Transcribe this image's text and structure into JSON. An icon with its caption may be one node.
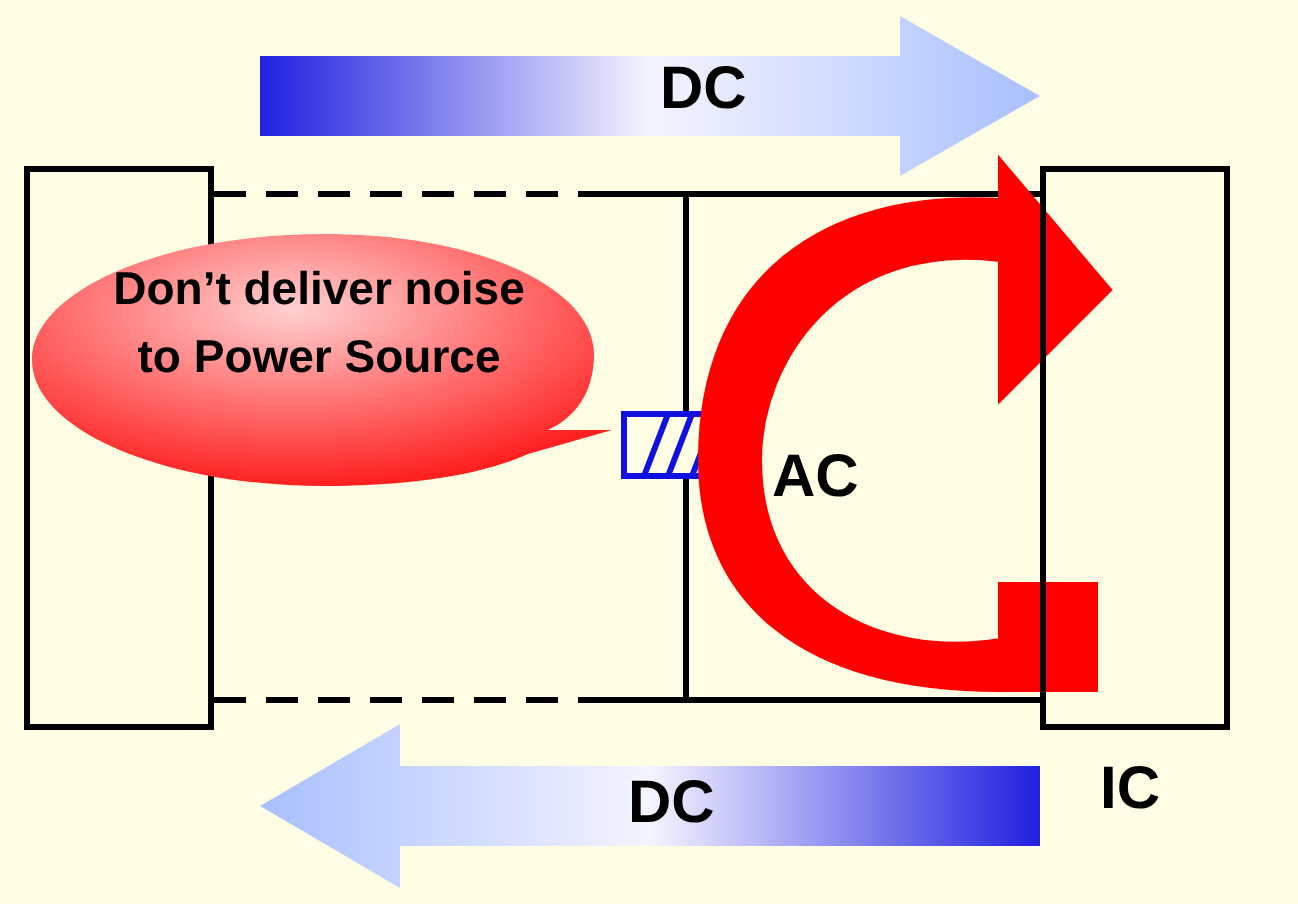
{
  "diagram": {
    "nodes": [
      {
        "text": [],
        "shape": "box"
      },
      {
        "text": [
          "IC"
        ]
      },
      {
        "text": [
          "Don’t deliver noise to Power Source"
        ]
      }
    ],
    "edges": [],
    "labels": [
      "DC",
      "AC",
      "DC"
    ]
  }
}
